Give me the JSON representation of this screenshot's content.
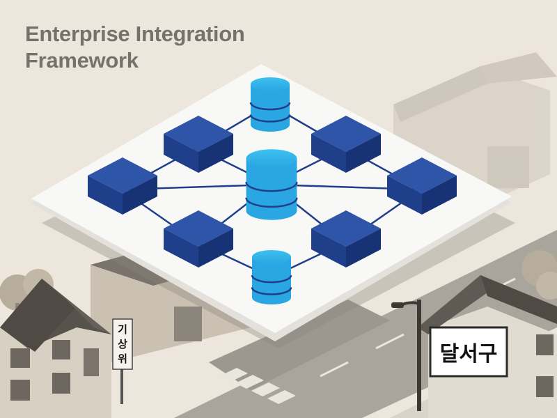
{
  "title": {
    "line1": "Enterprise Integration",
    "line2": "Framework"
  },
  "signs": {
    "left_vertical": [
      "기",
      "상",
      "위"
    ],
    "right_sign": "달서구"
  },
  "colors": {
    "background": "#ece6dc",
    "platform": "#f7f7f5",
    "node_blue": "#1f3f8a",
    "database_cyan": "#2aa7e2",
    "building": "#cfc5b6",
    "roof": "#5a554f"
  },
  "diagram": {
    "nodes": [
      {
        "id": "db-top",
        "kind": "database"
      },
      {
        "id": "db-center",
        "kind": "database"
      },
      {
        "id": "db-bottom",
        "kind": "database"
      },
      {
        "id": "box-upper-left",
        "kind": "server-box"
      },
      {
        "id": "box-upper-right",
        "kind": "server-box"
      },
      {
        "id": "box-left",
        "kind": "server-box"
      },
      {
        "id": "box-right",
        "kind": "server-box"
      },
      {
        "id": "box-lower-left",
        "kind": "server-box"
      },
      {
        "id": "box-lower-right",
        "kind": "server-box"
      }
    ],
    "edges": [
      [
        "db-top",
        "box-upper-left"
      ],
      [
        "db-top",
        "box-upper-right"
      ],
      [
        "box-upper-left",
        "box-left"
      ],
      [
        "box-upper-right",
        "box-right"
      ],
      [
        "box-upper-left",
        "db-center"
      ],
      [
        "box-upper-right",
        "db-center"
      ],
      [
        "box-left",
        "box-lower-left"
      ],
      [
        "box-right",
        "box-lower-right"
      ],
      [
        "box-lower-left",
        "db-center"
      ],
      [
        "box-lower-right",
        "db-center"
      ],
      [
        "box-lower-left",
        "db-bottom"
      ],
      [
        "box-lower-right",
        "db-bottom"
      ],
      [
        "box-left",
        "db-center"
      ],
      [
        "box-right",
        "db-center"
      ]
    ]
  }
}
